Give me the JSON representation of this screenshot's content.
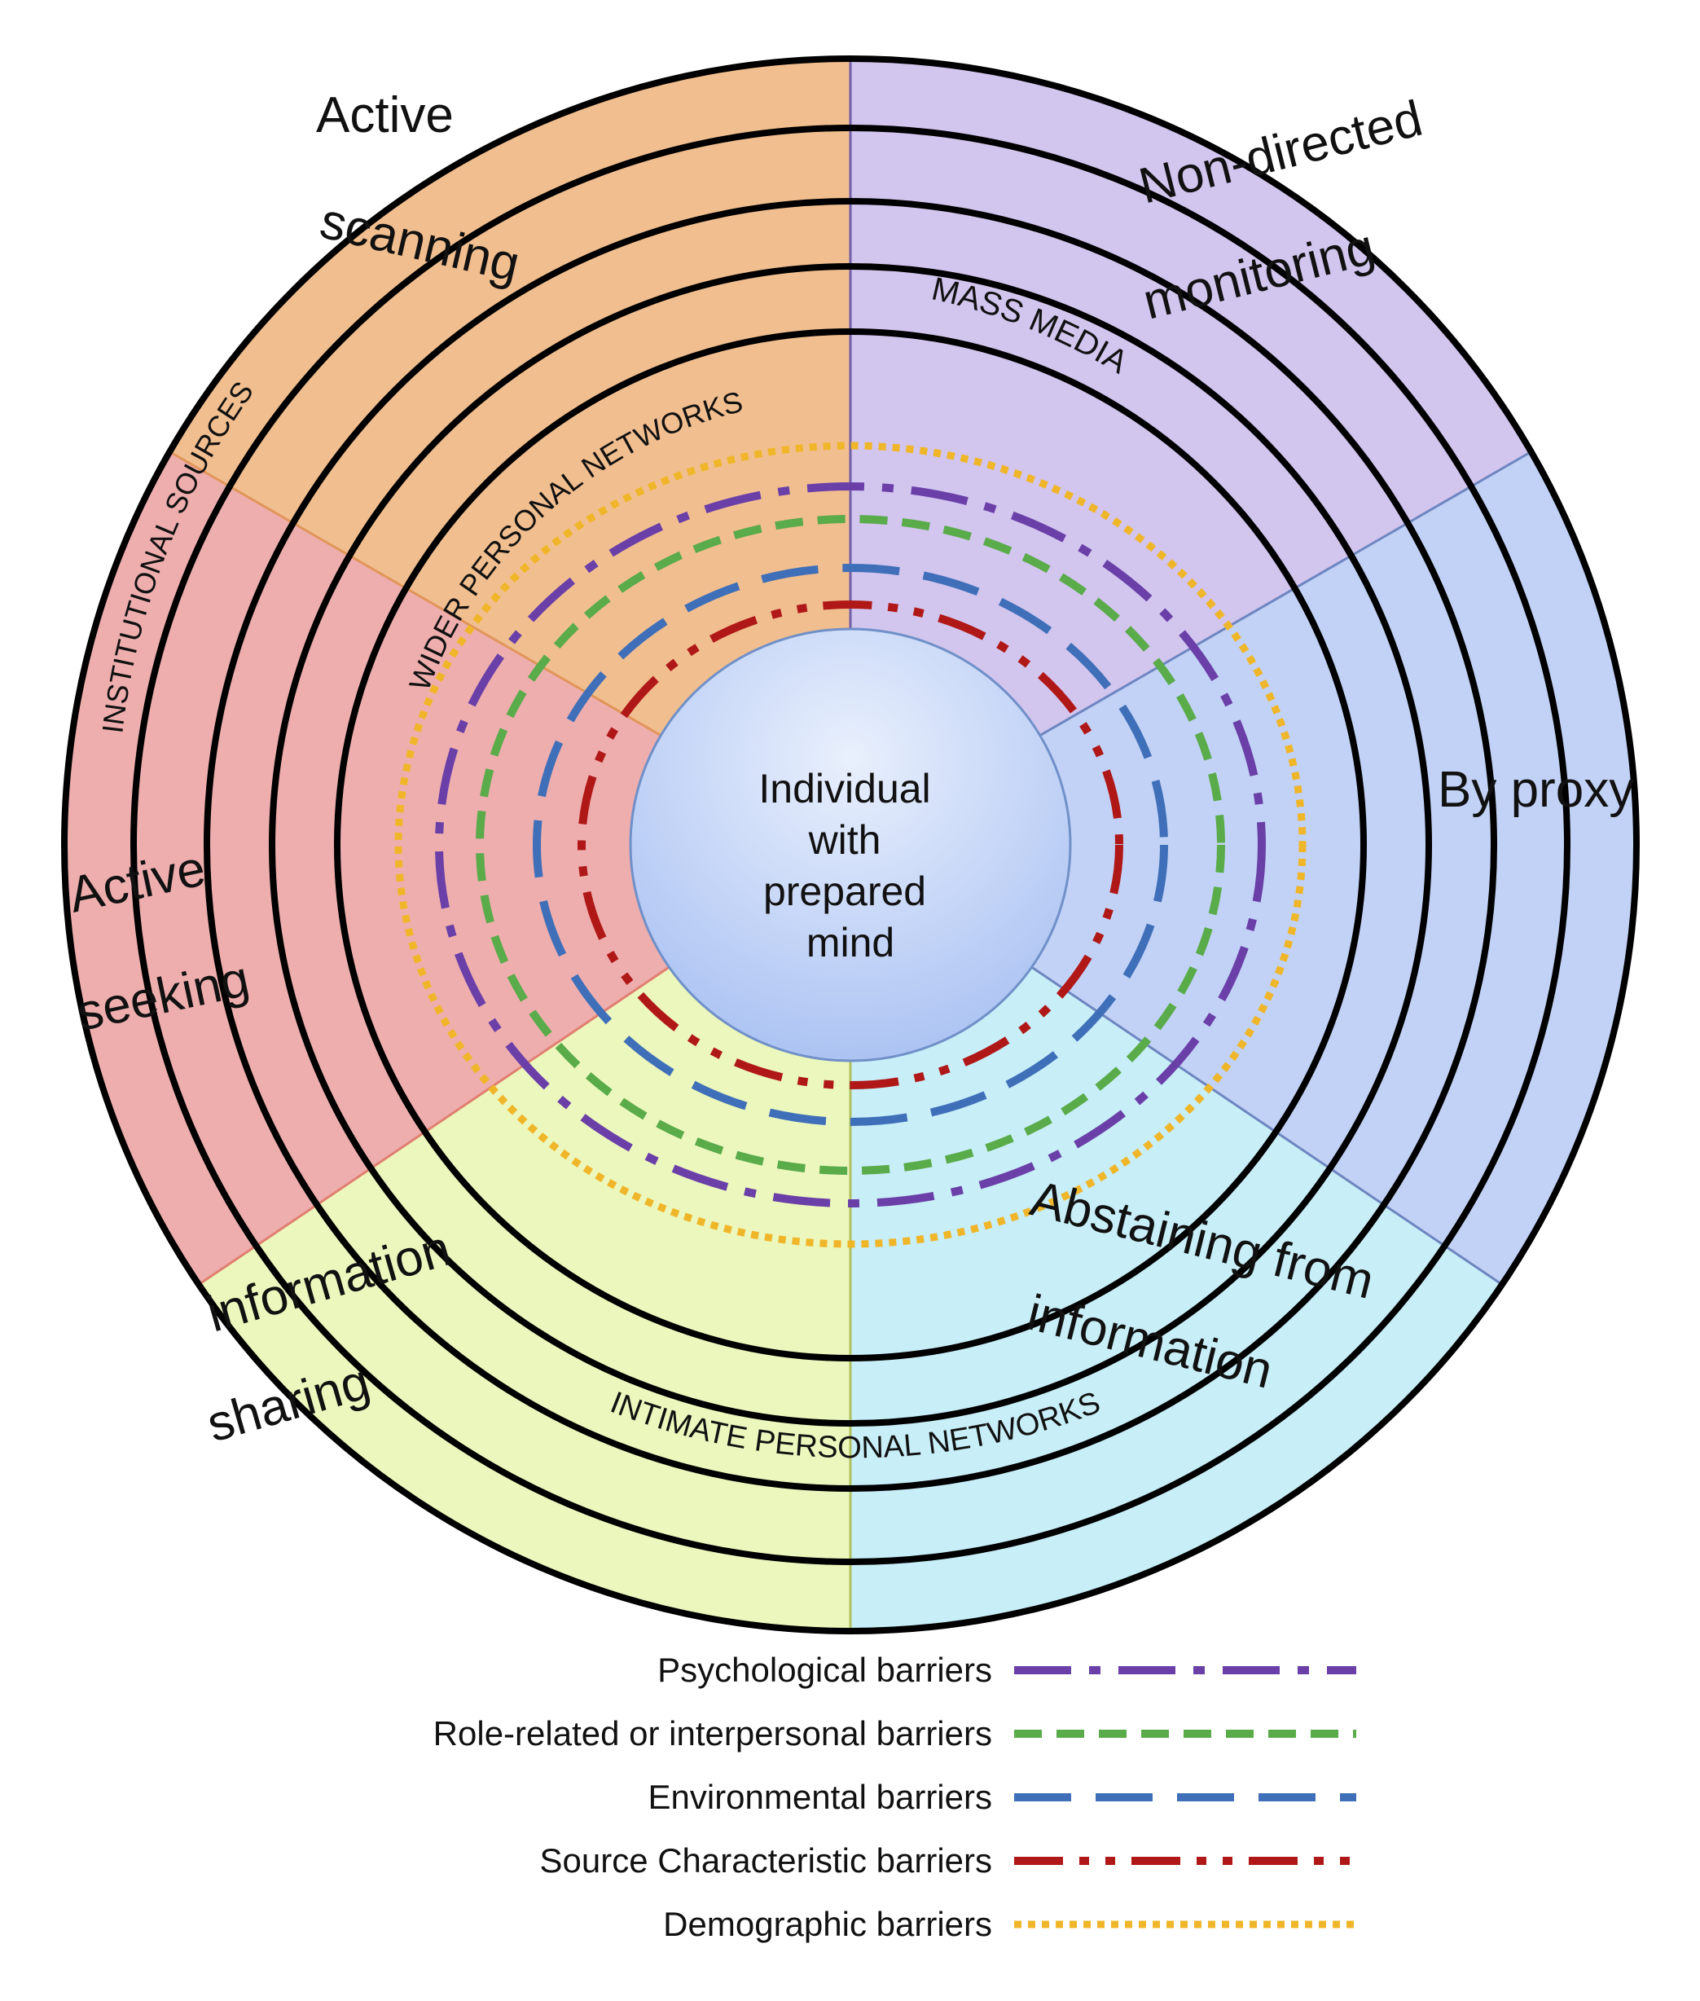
{
  "center": {
    "lines": [
      "Individual",
      "with",
      "prepared",
      "mind"
    ]
  },
  "modes": [
    {
      "id": "active-scanning",
      "lines": [
        "Active",
        "scanning"
      ],
      "color": "#f1be8f"
    },
    {
      "id": "non-directed-monitoring",
      "lines": [
        "Non-directed",
        "monitoring"
      ],
      "color": "#d2c5ee"
    },
    {
      "id": "by-proxy",
      "lines": [
        "By proxy"
      ],
      "color": "#c2d2f6"
    },
    {
      "id": "abstaining-from-information",
      "lines": [
        "Abstaining from",
        "information"
      ],
      "color": "#c8eef8"
    },
    {
      "id": "information-sharing",
      "lines": [
        "information",
        "sharing"
      ],
      "color": "#ecf7bd"
    },
    {
      "id": "active-seeking",
      "lines": [
        "Active",
        "seeking"
      ],
      "color": "#eeaeae"
    }
  ],
  "sources": {
    "institutional": "INSTITUTIONAL SOURCES",
    "mass_media": "MASS MEDIA",
    "wider_personal": "WIDER PERSONAL NETWORKS",
    "intimate_personal": "INTIMATE PERSONAL NETWORKS"
  },
  "legend": [
    {
      "id": "psychological",
      "label": "Psychological barriers",
      "color": "#6a3fa8"
    },
    {
      "id": "role-related",
      "label": "Role-related or interpersonal barriers",
      "color": "#5aab4a"
    },
    {
      "id": "environmental",
      "label": "Environmental barriers",
      "color": "#3f6fb8"
    },
    {
      "id": "source-characteristic",
      "label": "Source Characteristic barriers",
      "color": "#b01818"
    },
    {
      "id": "demographic",
      "label": "Demographic barriers",
      "color": "#f0b62a"
    }
  ]
}
